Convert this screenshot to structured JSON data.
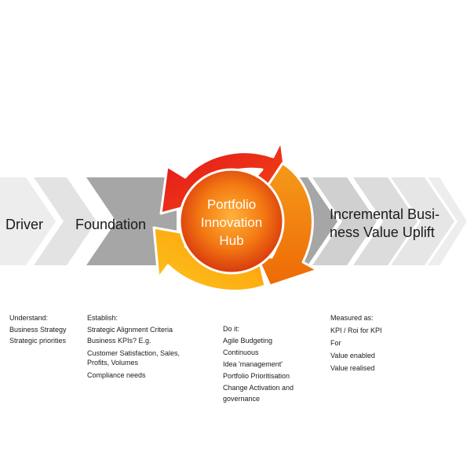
{
  "stages": {
    "driver": "Driver",
    "foundation": "Foundation",
    "outcome_line1": "Incremental Busi-",
    "outcome_line2": "ness Value Uplift"
  },
  "hub": {
    "line1": "Portfolio",
    "line2": "Innovation",
    "line3": "Hub"
  },
  "columns": {
    "understand": {
      "heading": "Understand:",
      "items": [
        "Business Strategy",
        "Strategic priorities"
      ]
    },
    "establish": {
      "heading": "Establish:",
      "items": [
        "Strategic Alignment Criteria",
        "Business KPIs? E.g.",
        "Customer Satisfaction, Sales,",
        "Profits, Volumes",
        "Compliance needs"
      ]
    },
    "do_it": {
      "heading": "Do it:",
      "items": [
        "Agile Budgeting",
        "Continuous",
        "Idea 'management'",
        "Portfolio Prioritisation",
        "Change Activation and",
        "governance"
      ]
    },
    "measured": {
      "heading": "Measured as:",
      "items": [
        "KPI / Roi for KPI",
        "For",
        "Value enabled",
        "Value realised"
      ]
    }
  },
  "colors": {
    "chevron_light": "#ececec",
    "chevron_mid": "#d9d9d9",
    "chevron_dark": "#a6a6a6",
    "hub_center": "#ff9a1a",
    "hub_edge": "#e03a10",
    "arrow_red": "#e3141d",
    "arrow_orange": "#f07c00",
    "arrow_yellow": "#fbb800"
  },
  "icons": [
    "chevron-arrow",
    "cycle-arrow"
  ]
}
